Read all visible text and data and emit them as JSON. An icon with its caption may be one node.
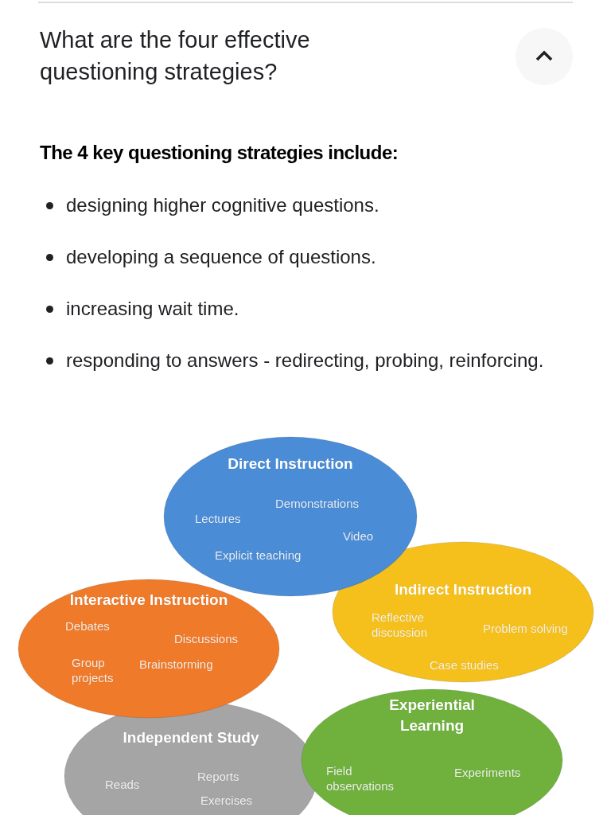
{
  "diagram": {
    "title": "What are the four effective questioning strategies?",
    "nodes": [
      {
        "text": [
          "Direct Instruction",
          "Demonstrations",
          "Lectures",
          "Video",
          "Explicit teaching"
        ]
      },
      {
        "text": [
          "Interactive Instruction",
          "Debates",
          "Discussions",
          "Group projects",
          "Brainstorming"
        ]
      },
      {
        "text": [
          "Indirect Instruction",
          "Reflective discussion",
          "Problem solving",
          "Case studies"
        ]
      },
      {
        "text": [
          "Independent Study",
          "Reads",
          "Reports",
          "Exercises"
        ]
      },
      {
        "text": [
          "Experiential Learning",
          "Field observations",
          "Experiments"
        ]
      }
    ],
    "edges": [],
    "labels": [
      "The 4 key questioning strategies include:",
      "designing higher cognitive questions.",
      "developing a sequence of questions.",
      "increasing wait time.",
      "responding to answers - redirecting, probing, reinforcing."
    ]
  }
}
